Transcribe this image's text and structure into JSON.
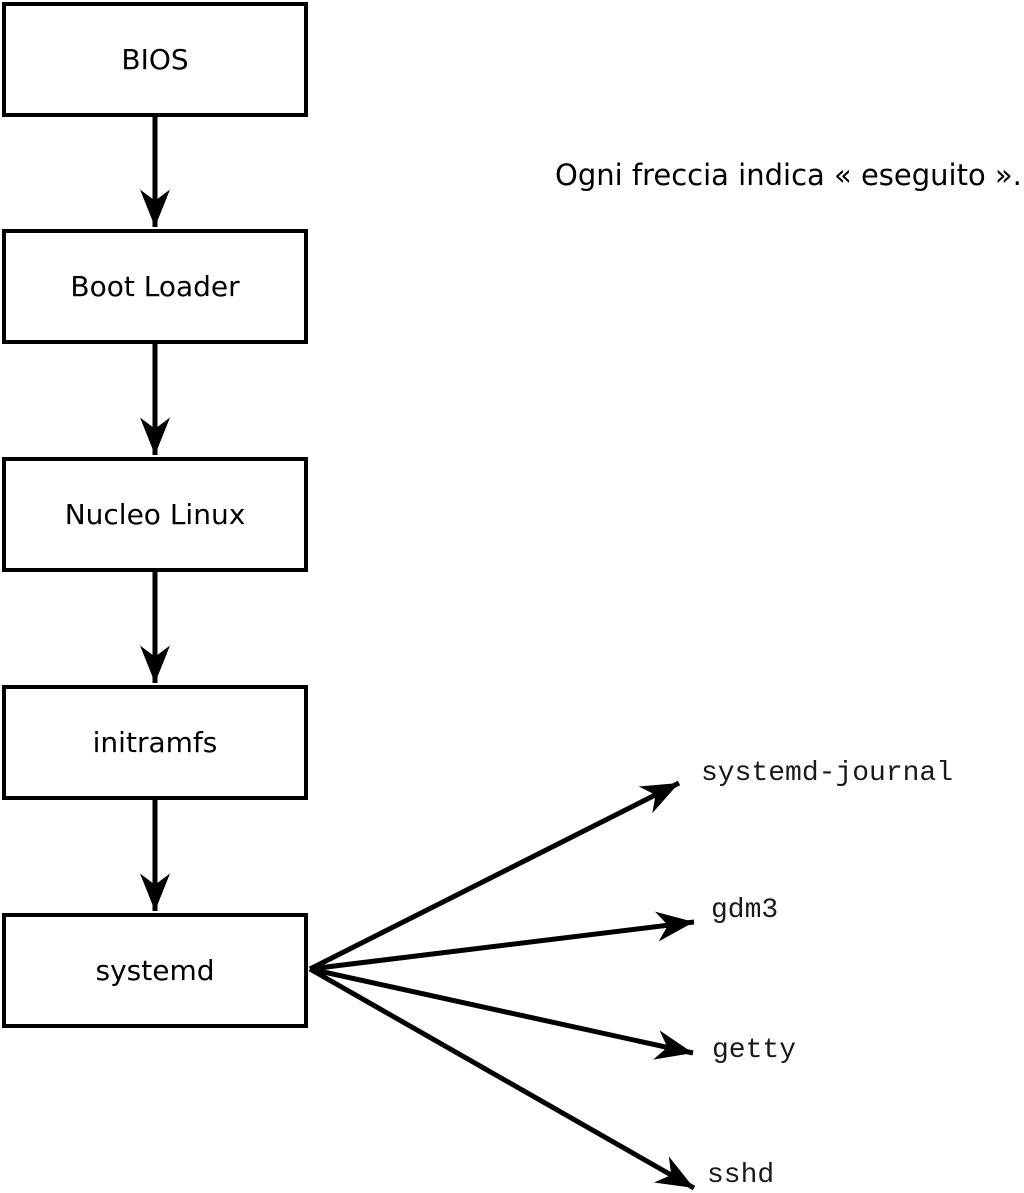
{
  "diagram": {
    "caption": "Ogni freccia indica « eseguito ».",
    "colors": {
      "foreground": "#000000",
      "background": "#ffffff"
    },
    "chain": [
      {
        "id": "bios",
        "label": "BIOS"
      },
      {
        "id": "boot-loader",
        "label": "Boot Loader"
      },
      {
        "id": "nucleo-linux",
        "label": "Nucleo Linux"
      },
      {
        "id": "initramfs",
        "label": "initramfs"
      },
      {
        "id": "systemd",
        "label": "systemd"
      }
    ],
    "fanout": {
      "source": "systemd",
      "targets": [
        {
          "id": "systemd-journal",
          "label": "systemd-journal"
        },
        {
          "id": "gdm3",
          "label": "gdm3"
        },
        {
          "id": "getty",
          "label": "getty"
        },
        {
          "id": "sshd",
          "label": "sshd"
        }
      ]
    }
  }
}
